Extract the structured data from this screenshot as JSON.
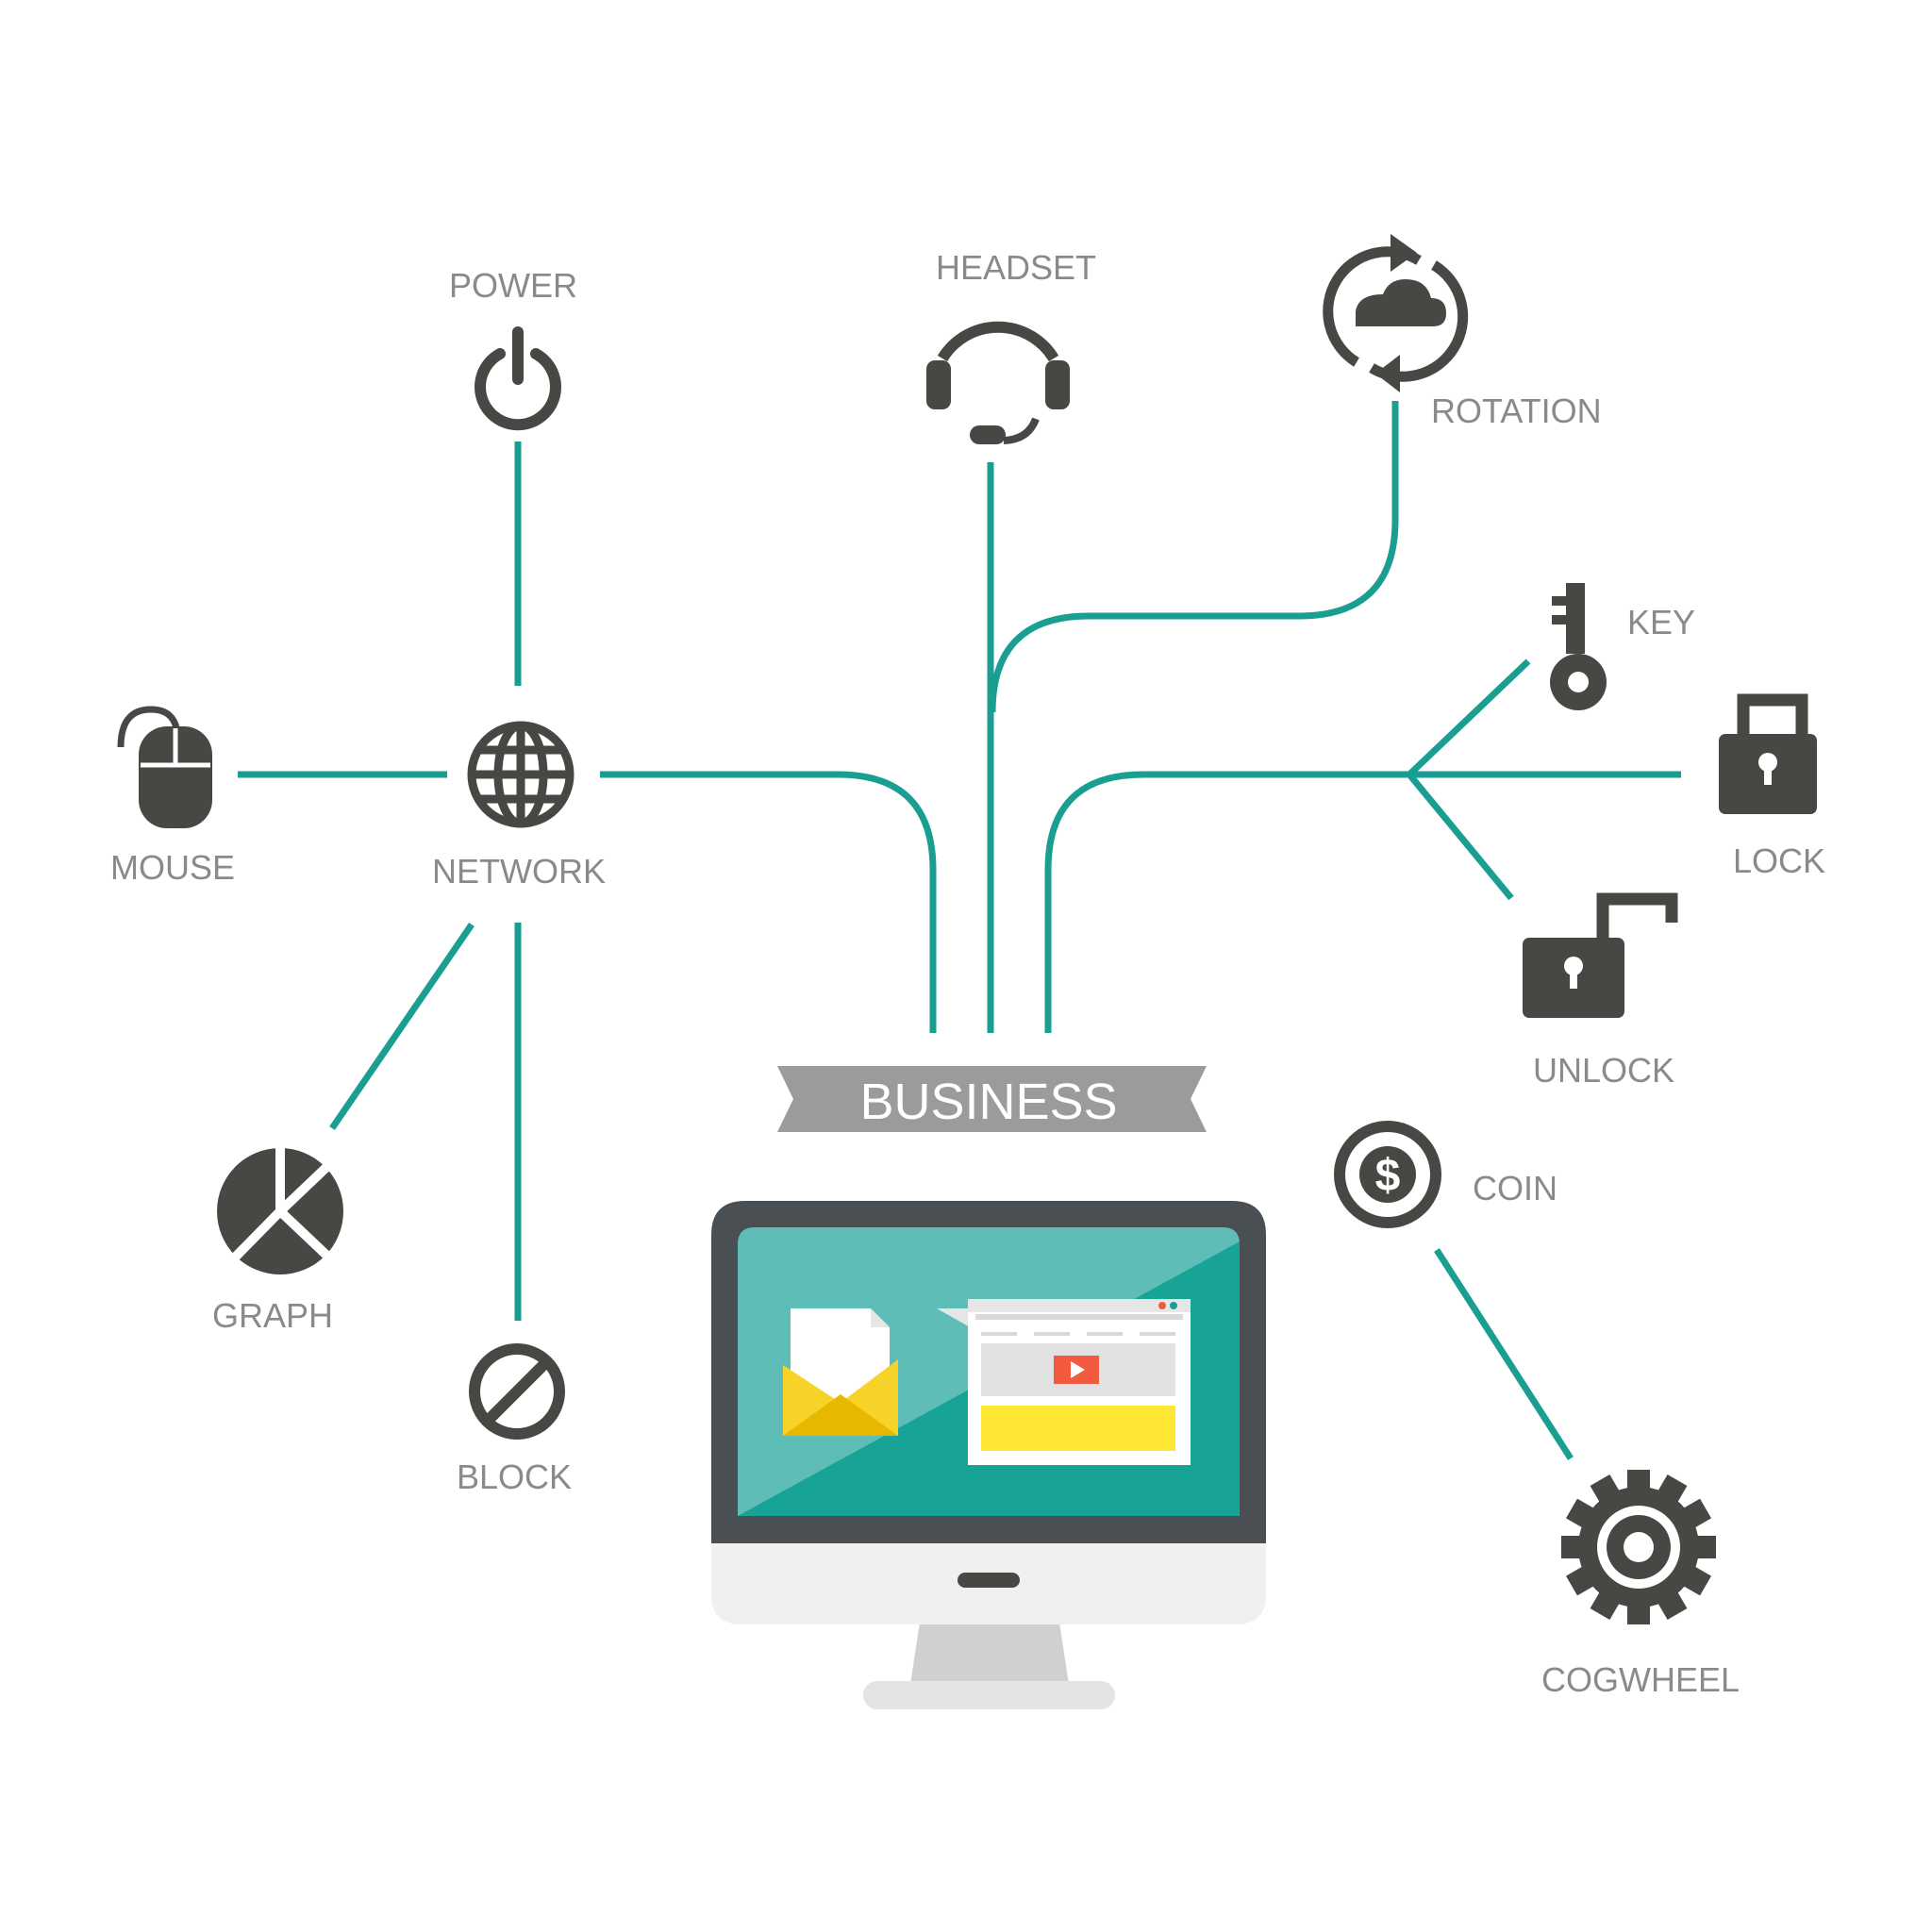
{
  "colors": {
    "connector": "#1a9e92",
    "icon": "#474744",
    "label": "#8a8a8a",
    "banner": "#9b9b9b",
    "banner_text": "#ffffff",
    "screen_light": "#5ebdb6",
    "screen_dark": "#17a396",
    "envelope": "#f7d32a",
    "video_button": "#f15a3c",
    "yellow_block": "#ffe733"
  },
  "banner": {
    "label": "BUSINESS"
  },
  "nodes": [
    {
      "id": "power",
      "label": "POWER",
      "icon": "power-icon"
    },
    {
      "id": "headset",
      "label": "HEADSET",
      "icon": "headset-icon"
    },
    {
      "id": "rotation",
      "label": "ROTATION",
      "icon": "cloud-sync-icon"
    },
    {
      "id": "key",
      "label": "KEY",
      "icon": "key-icon"
    },
    {
      "id": "lock",
      "label": "LOCK",
      "icon": "lock-icon"
    },
    {
      "id": "unlock",
      "label": "UNLOCK",
      "icon": "unlock-icon"
    },
    {
      "id": "mouse",
      "label": "MOUSE",
      "icon": "mouse-icon"
    },
    {
      "id": "network",
      "label": "NETWORK",
      "icon": "globe-icon"
    },
    {
      "id": "graph",
      "label": "GRAPH",
      "icon": "pie-chart-icon"
    },
    {
      "id": "block",
      "label": "BLOCK",
      "icon": "block-icon"
    },
    {
      "id": "coin",
      "label": "COIN",
      "icon": "dollar-coin-icon"
    },
    {
      "id": "cogwheel",
      "label": "COGWHEEL",
      "icon": "cogwheel-icon"
    }
  ],
  "computer": {
    "icon": "desktop-monitor-icon",
    "screen_items": [
      "envelope-icon",
      "browser-window-icon",
      "play-icon"
    ]
  }
}
